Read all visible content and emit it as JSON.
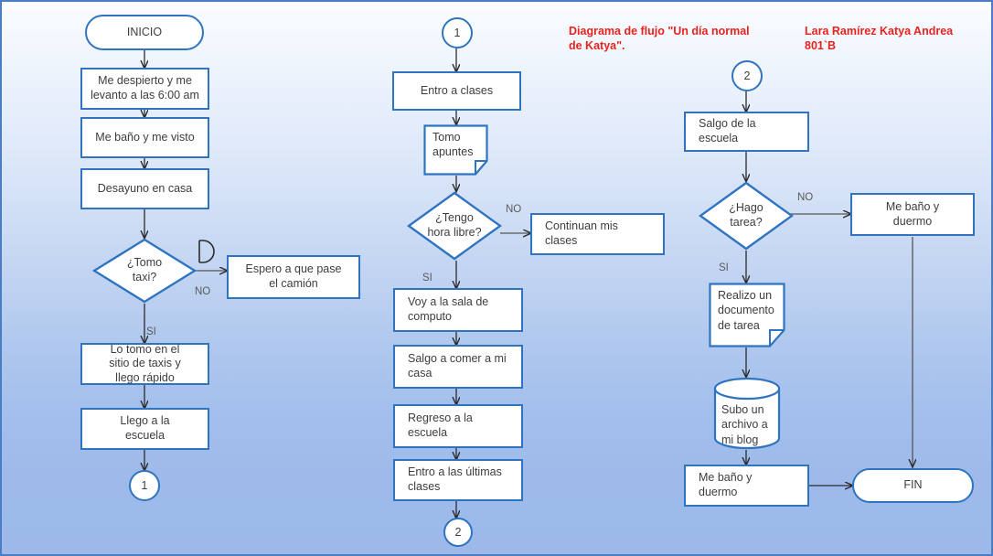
{
  "page": {
    "title_note": "Diagrama de flujo \"Un día normal de Katya\".",
    "author_note": "Lara Ramírez Katya Andrea\n801`B",
    "colors": {
      "shape_border": "#2f74c0",
      "shape_fill": "#ffffff",
      "heading_red": "#e8231e",
      "canvas_border": "#4a7ec4",
      "bg_top": "#fbfdff",
      "bg_bottom": "#9cb9e9",
      "text": "#3d3d3d",
      "connector_line": "#3a3a3a"
    }
  },
  "column_left": {
    "start": {
      "label": "INICIO"
    },
    "steps": [
      {
        "label": "Me despierto y me\nlevanto a las 6:00 am"
      },
      {
        "label": "Me baño y me visto"
      },
      {
        "label": "Desayuno en casa"
      }
    ],
    "decision": {
      "label": "¿Tomo\ntaxi?",
      "yes": "SI",
      "no": "NO"
    },
    "no_branch": {
      "label": "Espero a que pase\nel camión"
    },
    "delay_symbol": {
      "name": "semicircle-delay-symbol"
    },
    "yes_steps": [
      {
        "label": "Lo tomo en el\nsitio de taxis y\nllego rápido"
      },
      {
        "label": "Llego a la\nescuela"
      }
    ],
    "connector_out": {
      "label": "1"
    }
  },
  "column_middle": {
    "connector_in": {
      "label": "1"
    },
    "steps_top": [
      {
        "label": "Entro a clases"
      }
    ],
    "document": {
      "label": "Tomo\napuntes"
    },
    "decision": {
      "label": "¿Tengo\nhora libre?",
      "yes": "SI",
      "no": "NO"
    },
    "no_branch": {
      "label": "Continuan mis\nclases"
    },
    "yes_steps": [
      {
        "label": "Voy a la sala de\ncomputo"
      },
      {
        "label": "Salgo a comer a mi\ncasa"
      },
      {
        "label": "Regreso a la escuela"
      },
      {
        "label": "Entro a las últimas\nclases"
      }
    ],
    "connector_out": {
      "label": "2"
    }
  },
  "column_right": {
    "connector_in": {
      "label": "2"
    },
    "steps_top": [
      {
        "label": "Salgo de la\nescuela"
      }
    ],
    "decision": {
      "label": "¿Hago\ntarea?",
      "yes": "SI",
      "no": "NO"
    },
    "no_branch": {
      "label": "Me baño y\nduermo"
    },
    "document": {
      "label": "Realizo un\ndocumento\nde tarea"
    },
    "database": {
      "label": "Subo un\narchivo a\nmi blog"
    },
    "yes_final": {
      "label": "Me baño y\nduermo"
    },
    "end": {
      "label": "FIN"
    }
  }
}
